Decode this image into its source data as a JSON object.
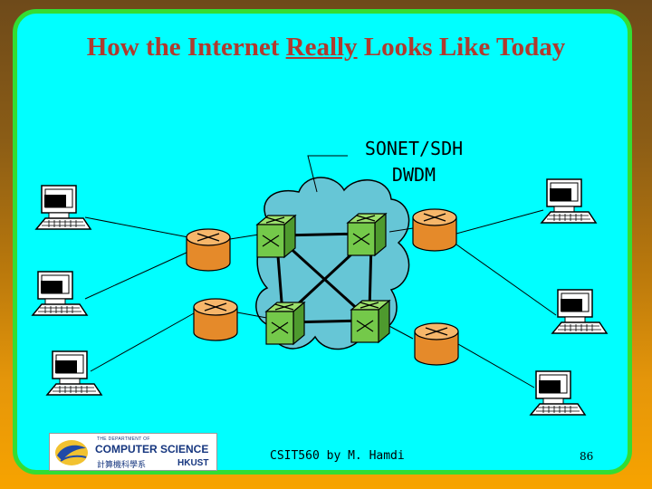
{
  "slide": {
    "title_prefix": "How the Internet ",
    "title_emphasis": "Really",
    "title_suffix": " Looks Like Today",
    "network_label_line1": "SONET/SDH",
    "network_label_line2": "DWDM",
    "footer": "CSIT560 by M. Hamdi",
    "page_number": "86"
  },
  "logo": {
    "top_line": "THE DEPARTMENT OF",
    "name": "COMPUTER SCIENCE",
    "chinese": "計算機科學系",
    "institution": "HKUST"
  },
  "diagram": {
    "nodes": [
      {
        "id": "pc-left-1",
        "kind": "computer"
      },
      {
        "id": "pc-left-2",
        "kind": "computer"
      },
      {
        "id": "pc-left-3",
        "kind": "computer"
      },
      {
        "id": "pc-right-1",
        "kind": "computer"
      },
      {
        "id": "pc-right-2",
        "kind": "computer"
      },
      {
        "id": "pc-right-3",
        "kind": "computer"
      },
      {
        "id": "router-left-top",
        "kind": "router"
      },
      {
        "id": "router-left-bottom",
        "kind": "router"
      },
      {
        "id": "router-right-top",
        "kind": "router"
      },
      {
        "id": "router-right-bottom",
        "kind": "router"
      },
      {
        "id": "switch-top-left",
        "kind": "optical-switch"
      },
      {
        "id": "switch-top-right",
        "kind": "optical-switch"
      },
      {
        "id": "switch-bottom-left",
        "kind": "optical-switch"
      },
      {
        "id": "switch-bottom-right",
        "kind": "optical-switch"
      }
    ],
    "links": [
      [
        "pc-left-1",
        "router-left-top"
      ],
      [
        "pc-left-2",
        "router-left-top"
      ],
      [
        "pc-left-3",
        "router-left-bottom"
      ],
      [
        "router-left-top",
        "switch-top-left"
      ],
      [
        "router-left-bottom",
        "switch-bottom-left"
      ],
      [
        "switch-top-left",
        "switch-top-right"
      ],
      [
        "switch-bottom-left",
        "switch-bottom-right"
      ],
      [
        "switch-top-left",
        "switch-bottom-left"
      ],
      [
        "switch-top-right",
        "switch-bottom-right"
      ],
      [
        "switch-top-left",
        "switch-bottom-right"
      ],
      [
        "switch-top-right",
        "switch-bottom-left"
      ],
      [
        "switch-top-right",
        "router-right-top"
      ],
      [
        "switch-bottom-right",
        "router-right-bottom"
      ],
      [
        "router-right-top",
        "pc-right-1"
      ],
      [
        "router-right-top",
        "pc-right-2"
      ],
      [
        "router-right-bottom",
        "pc-right-3"
      ]
    ],
    "colors": {
      "background": "#00ffff",
      "cloud": "#66c6d6",
      "router": "#f0a046",
      "switch": "#74c94a",
      "title": "#b03a2e",
      "border": "#33dd33"
    }
  }
}
